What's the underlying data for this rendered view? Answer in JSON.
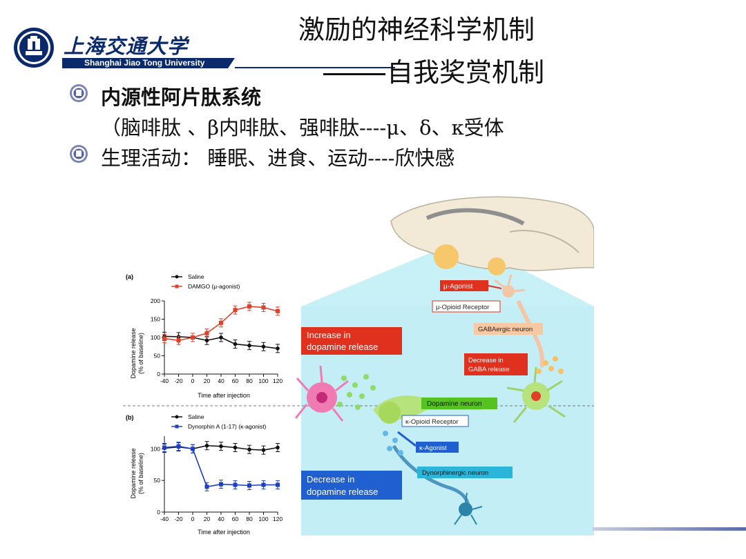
{
  "header": {
    "university_cn": "上海交通大学",
    "university_en": "Shanghai Jiao Tong University",
    "title_line1": "激励的神经科学机制",
    "title_line2": "自我奖赏机制"
  },
  "bullets": [
    {
      "text": "内源性阿片肽系统"
    },
    {
      "text": "（脑啡肽 、β内啡肽、强啡肽----μ、δ、κ受体"
    },
    {
      "text": "生理活动： 睡眠、进食、运动----欣快感"
    }
  ],
  "figure": {
    "panel_a": {
      "label": "(a)",
      "legend": [
        "Saline",
        "DAMGO (μ-agonist)"
      ],
      "ylabel1": "Dopamine release",
      "ylabel2": "(% of baseline)",
      "xlabel": "Time after injection",
      "xticks": [
        "-40",
        "-20",
        "0",
        "20",
        "40",
        "60",
        "80",
        "100",
        "120"
      ],
      "yticks": [
        "0",
        "50",
        "100",
        "150",
        "200"
      ]
    },
    "panel_b": {
      "label": "(b)",
      "legend": [
        "Saline",
        "Dynorphin A (1-17) (κ-agonist)"
      ],
      "ylabel1": "Dopamine release",
      "ylabel2": "(% of baseline)",
      "xlabel": "Time after injection",
      "xticks": [
        "-40",
        "-20",
        "0",
        "20",
        "40",
        "60",
        "80",
        "100",
        "120"
      ],
      "yticks": [
        "0",
        "50",
        "100"
      ]
    },
    "diagram": {
      "mu_agonist": "μ-Agonist",
      "mu_receptor": "μ-Opioid Receptor",
      "gaba_neuron": "GABAergic neuron",
      "increase_line1": "Increase in",
      "increase_line2": "dopamine release",
      "decrease_gaba_line1": "Decrease in",
      "decrease_gaba_line2": "GABA release",
      "dopamine_neuron": "Dopamine neuron",
      "kappa_receptor": "κ-Opioid Receptor",
      "kappa_agonist": "κ-Agonist",
      "dynorphin_neuron": "Dynorphinergic neuron",
      "decrease_line1": "Decrease in",
      "decrease_line2": "dopamine release"
    },
    "colors": {
      "saline": "#111111",
      "damgo": "#e0402a",
      "dynorphin": "#1c3fc4",
      "red_box": "#e0301e",
      "blue_box": "#1f5fd0",
      "green_box": "#55c21f",
      "cyan_box": "#2bb5d8",
      "peach_box": "#f6c8a4"
    }
  },
  "chart_data": [
    {
      "type": "line",
      "x": [
        -40,
        -20,
        0,
        20,
        40,
        60,
        80,
        100,
        120
      ],
      "series": [
        {
          "name": "Saline",
          "values": [
            103,
            102,
            100,
            92,
            100,
            82,
            78,
            75,
            70
          ]
        },
        {
          "name": "DAMGO (μ-agonist)",
          "values": [
            97,
            92,
            100,
            112,
            140,
            175,
            185,
            182,
            172
          ]
        }
      ],
      "xlabel": "Time after injection",
      "ylabel": "Dopamine release (% of baseline)",
      "ylim": [
        0,
        200
      ],
      "xlim": [
        -40,
        120
      ]
    },
    {
      "type": "line",
      "x": [
        -40,
        -20,
        0,
        20,
        40,
        60,
        80,
        100,
        120
      ],
      "series": [
        {
          "name": "Saline",
          "values": [
            101,
            103,
            100,
            105,
            104,
            102,
            99,
            98,
            102
          ]
        },
        {
          "name": "Dynorphin A (1-17) (κ-agonist)",
          "values": [
            102,
            104,
            100,
            40,
            44,
            43,
            42,
            43,
            43
          ]
        }
      ],
      "xlabel": "Time after injection",
      "ylabel": "Dopamine release (% of baseline)",
      "ylim": [
        0,
        120
      ],
      "xlim": [
        -40,
        120
      ]
    }
  ]
}
